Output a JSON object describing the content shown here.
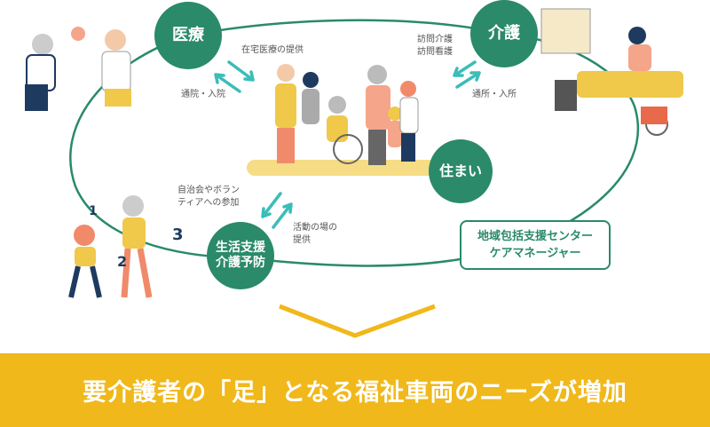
{
  "nodes": {
    "medical": "医療",
    "care": "介護",
    "housing": "住まい",
    "support_line1": "生活支援",
    "support_line2": "介護予防"
  },
  "labels": {
    "home_medical": "在宅医療の提供",
    "hospital": "通院・入院",
    "visit_care_1": "訪問介護",
    "visit_care_2": "訪問看護",
    "day_service": "通所・入所",
    "community_1": "自治会やボラン",
    "community_2": "ティアへの参加",
    "activity_1": "活動の場の",
    "activity_2": "提供"
  },
  "center_box": {
    "line1": "地域包括支援センター",
    "line2": "ケアマネージャー"
  },
  "exercise_numbers": [
    "1",
    "2",
    "3"
  ],
  "banner": "要介護者の「足」となる福祉車両のニーズが増加",
  "colors": {
    "green": "#2a8a6a",
    "teal": "#3bbdb8",
    "yellow": "#f0b81a",
    "platform": "#f5dc85"
  }
}
